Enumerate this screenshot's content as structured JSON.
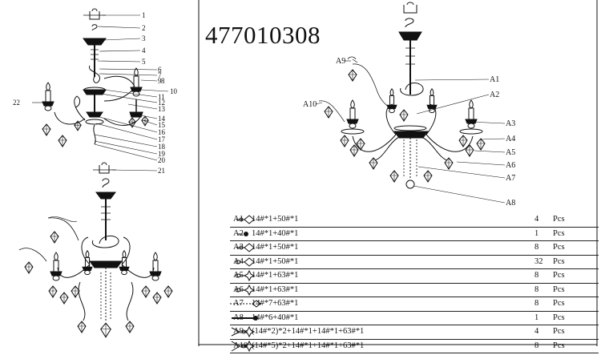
{
  "model_number": "477010308",
  "callouts_left": [
    "1",
    "2",
    "3",
    "4",
    "5",
    "6",
    "7",
    "8",
    "9",
    "10",
    "11",
    "12",
    "13",
    "14",
    "15",
    "16",
    "17",
    "18",
    "19",
    "20",
    "21",
    "22"
  ],
  "callouts_right": [
    "A1",
    "A2",
    "A3",
    "A4",
    "A5",
    "A6",
    "A7",
    "A8",
    "A9",
    "A10"
  ],
  "parts": [
    {
      "code": "A1",
      "spec": "14#*1+50#*1",
      "icon": "crystal-drop-icon",
      "qty": "4",
      "unit": "Pcs"
    },
    {
      "code": "A2",
      "spec": "14#*1+40#*1",
      "icon": "crystal-ball-icon",
      "qty": "1",
      "unit": "Pcs"
    },
    {
      "code": "A3",
      "spec": "14#*1+50#*1",
      "icon": "crystal-drop-icon",
      "qty": "8",
      "unit": "Pcs"
    },
    {
      "code": "A4",
      "spec": "14#*1+50#*1",
      "icon": "crystal-drop-icon",
      "qty": "32",
      "unit": "Pcs"
    },
    {
      "code": "A5",
      "spec": "14#*1+63#*1",
      "icon": "crystal-star-icon",
      "qty": "8",
      "unit": "Pcs"
    },
    {
      "code": "A6",
      "spec": "14#*1+63#*1",
      "icon": "crystal-star-icon",
      "qty": "8",
      "unit": "Pcs"
    },
    {
      "code": "A7",
      "spec": "14#*7+63#*1",
      "icon": "bead-chain-icon",
      "qty": "8",
      "unit": "Pcs"
    },
    {
      "code": "A8",
      "spec": "14#*6+40#*1",
      "icon": "rod-ball-icon",
      "qty": "1",
      "unit": "Pcs"
    },
    {
      "code": "A9",
      "spec": "(14#*2)*2+14#*1+14#*1+63#*1",
      "icon": "fork-chain-icon",
      "qty": "4",
      "unit": "Pcs"
    },
    {
      "code": "A10",
      "spec": "(14#*5)*2+14#*1+14#*1+63#*1",
      "icon": "fork-chain-icon",
      "qty": "8",
      "unit": "Pcs"
    }
  ]
}
